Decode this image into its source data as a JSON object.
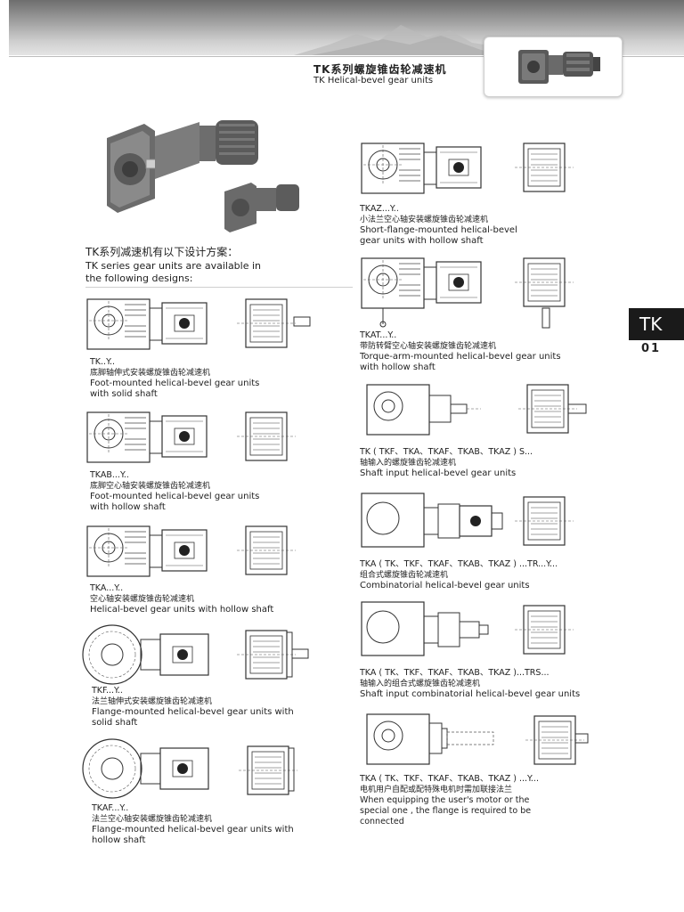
{
  "header": {
    "title_cn": "TK系列螺旋锥齿轮减速机",
    "title_en": "TK Helical-bevel gear units"
  },
  "tab": {
    "label": "TK",
    "page_number": "01"
  },
  "intro": {
    "cn": "TK系列减速机有以下设计方案：",
    "en_line1": "TK series gear units are available in",
    "en_line2": "the following designs:"
  },
  "left_items": [
    {
      "code": "TK..Y..",
      "cn": "底脚轴伸式安装螺旋锥齿轮减速机",
      "en1": "Foot-mounted helical-bevel gear units",
      "en2": "with solid shaft"
    },
    {
      "code": "TKAB...Y..",
      "cn": "底脚空心轴安装螺旋锥齿轮减速机",
      "en1": "Foot-mounted helical-bevel gear units",
      "en2": "with hollow shaft"
    },
    {
      "code": "TKA...Y..",
      "cn": "空心轴安装螺旋锥齿轮减速机",
      "en1": "Helical-bevel gear units with hollow shaft",
      "en2": ""
    },
    {
      "code": "TKF...Y..",
      "cn": "法兰轴伸式安装螺旋锥齿轮减速机",
      "en1": "Flange-mounted helical-bevel gear units with",
      "en2": "solid shaft"
    },
    {
      "code": "TKAF...Y..",
      "cn": "法兰空心轴安装螺旋锥齿轮减速机",
      "en1": "Flange-mounted helical-bevel gear units with",
      "en2": "hollow shaft"
    }
  ],
  "right_items": [
    {
      "code": "TKAZ...Y..",
      "cn": "小法兰空心轴安装螺旋锥齿轮减速机",
      "en1": "Short-flange-mounted helical-bevel",
      "en2": "gear units with hollow shaft",
      "en3": ""
    },
    {
      "code": "TKAT...Y..",
      "cn": "带防转臂空心轴安装螺旋锥齿轮减速机",
      "en1": "Torque-arm-mounted helical-bevel gear units",
      "en2": "with hollow shaft",
      "en3": ""
    },
    {
      "code": "TK ( TKF、TKA、TKAF、TKAB、TKAZ ) S...",
      "cn": "轴输入的螺旋锥齿轮减速机",
      "en1": "Shaft input helical-bevel gear units",
      "en2": "",
      "en3": ""
    },
    {
      "code": "TKA ( TK、TKF、TKAF、TKAB、TKAZ ) ...TR...Y...",
      "cn": "组合式螺旋锥齿轮减速机",
      "en1": "Combinatorial helical-bevel gear units",
      "en2": "",
      "en3": ""
    },
    {
      "code": "TKA ( TK、TKF、TKAF、TKAB、TKAZ )...TRS...",
      "cn": "轴输入的组合式螺旋锥齿轮减速机",
      "en1": "Shaft input combinatorial helical-bevel gear units",
      "en2": "",
      "en3": ""
    },
    {
      "code": "TKA ( TK、TKF、TKAF、TKAB、TKAZ ) ...Y...",
      "cn": "电机用户自配或配特殊电机时需加联接法兰",
      "en1": "When equipping the user's motor or the",
      "en2": "special one , the flange is required to be",
      "en3": "connected"
    }
  ]
}
